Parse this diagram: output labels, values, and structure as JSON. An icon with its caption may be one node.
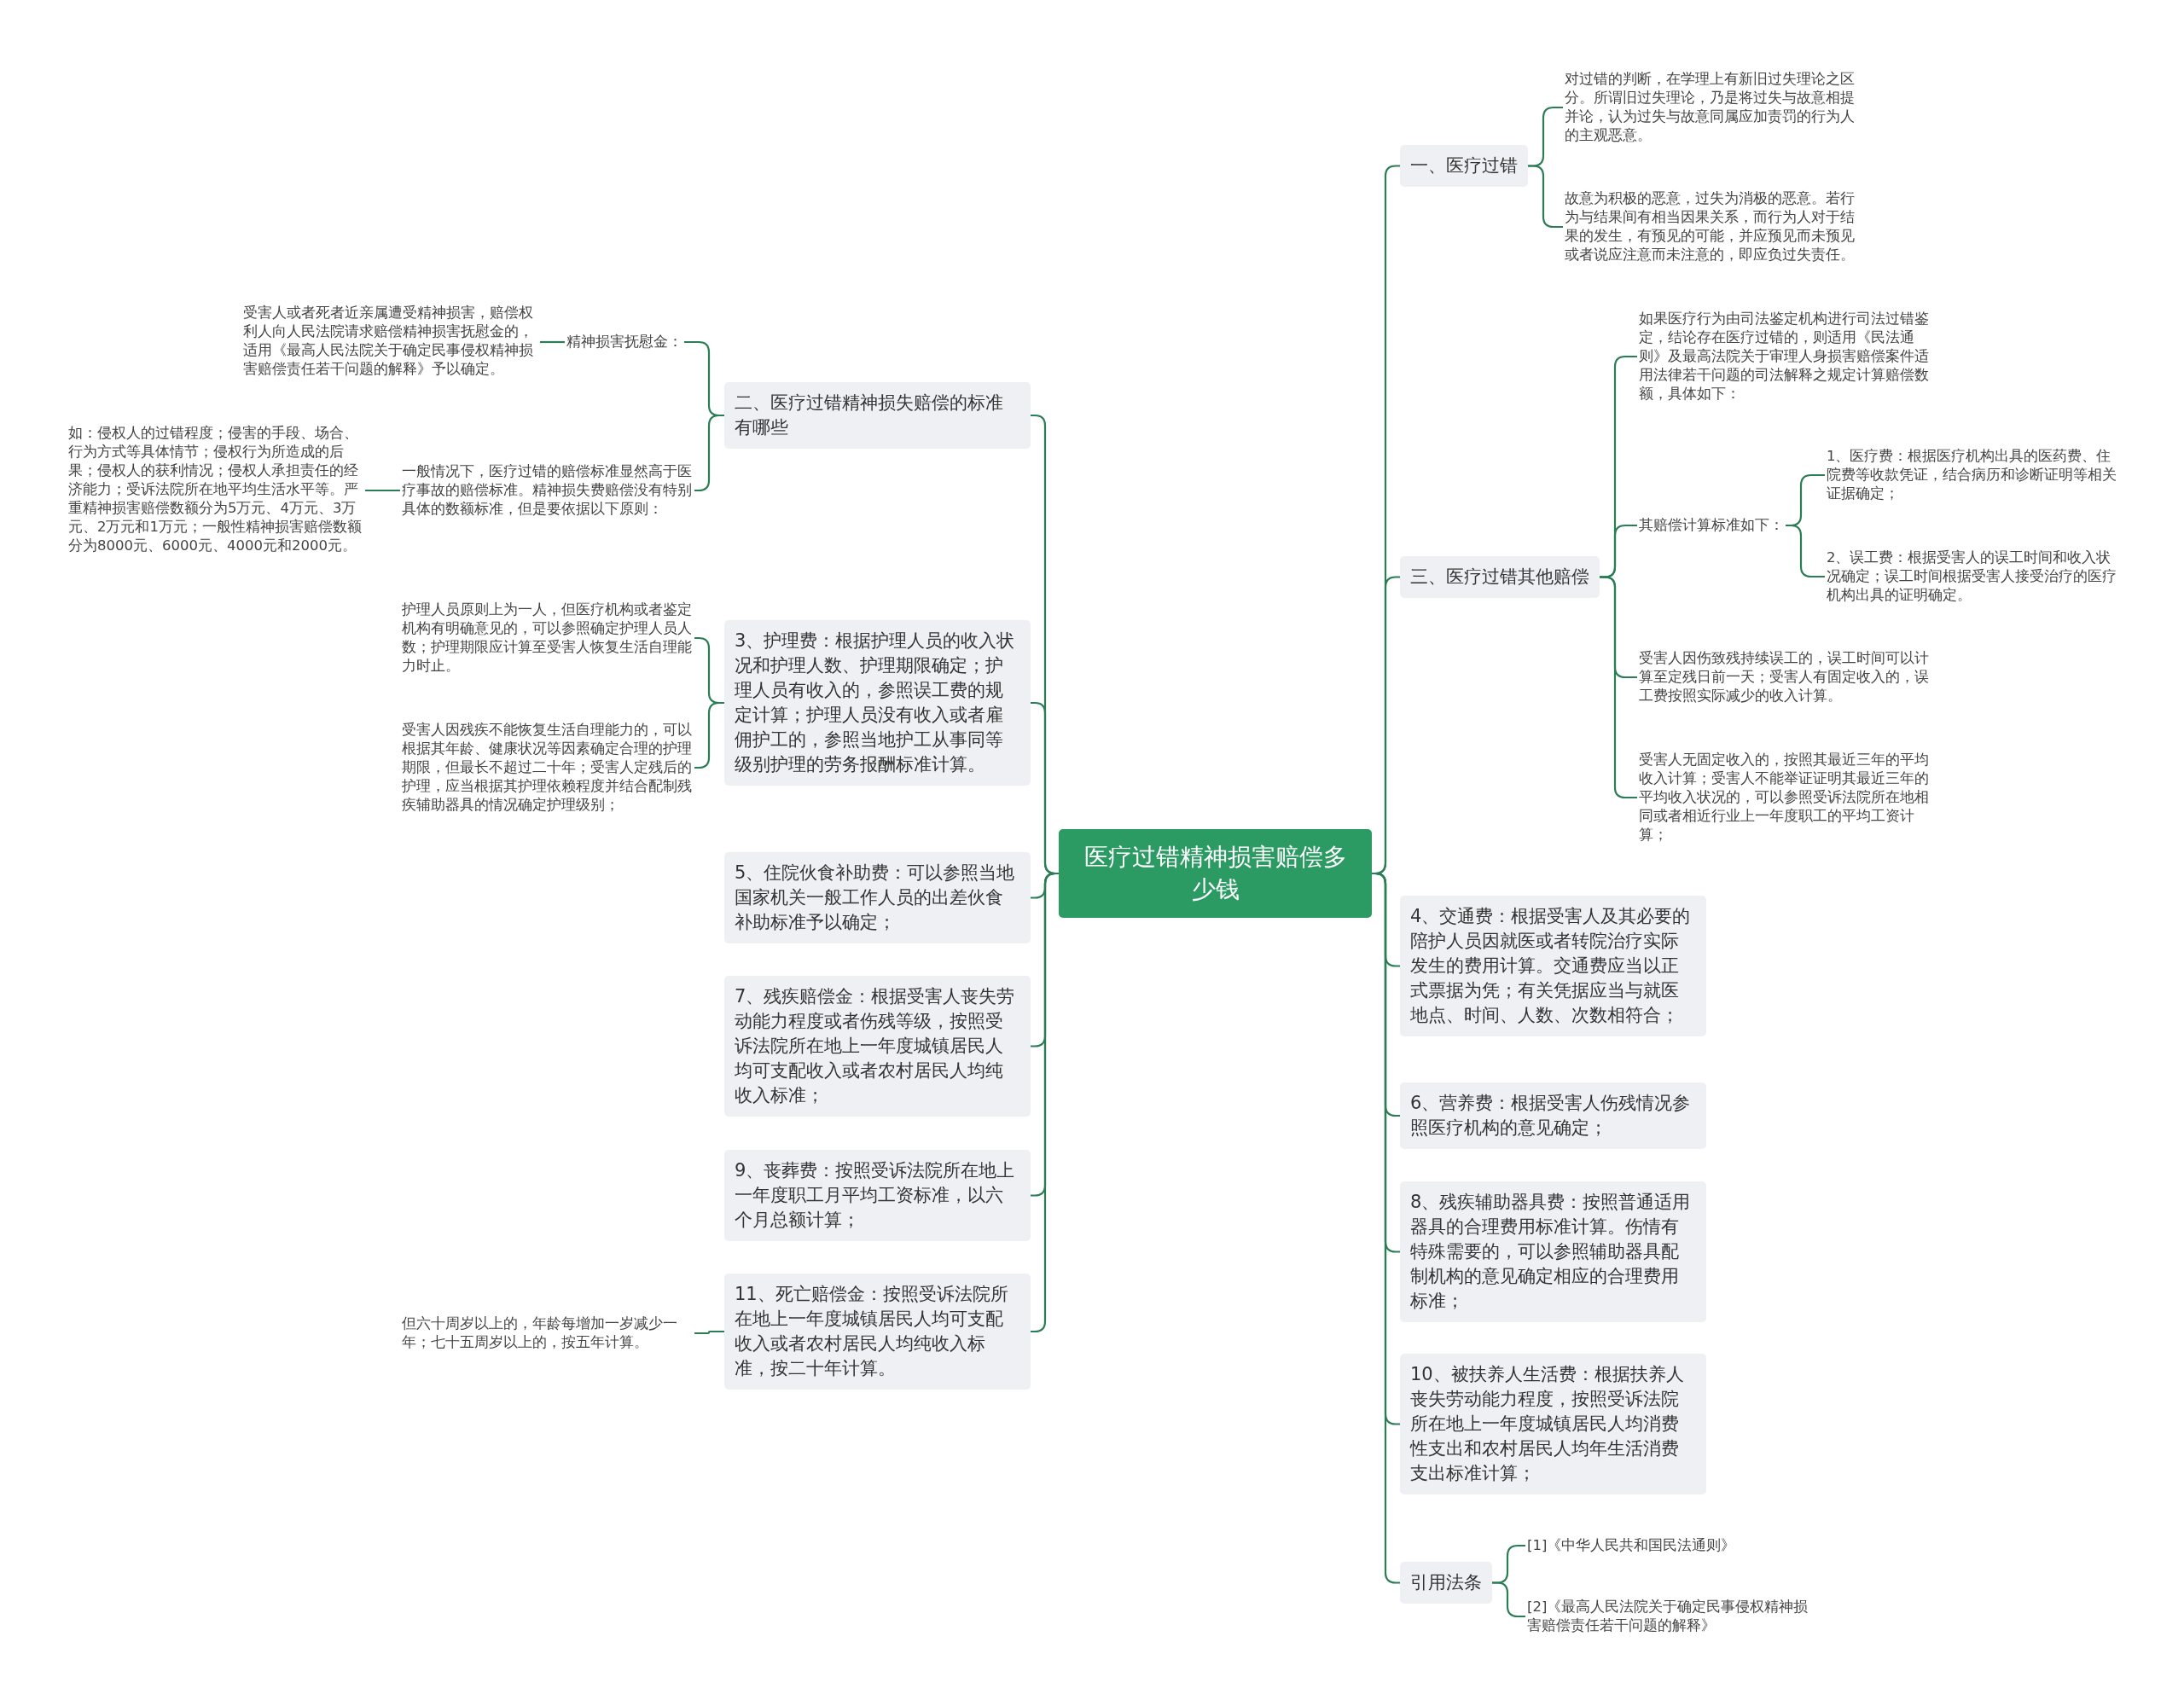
{
  "diagram": {
    "nodes": [
      {
        "text": [
          "医疗过错精神损害赔偿多少钱"
        ]
      },
      {
        "text": [
          "二、医疗过错精神损失赔偿的标准有哪些"
        ]
      },
      {
        "text": [
          "精神损害抚慰金："
        ]
      },
      {
        "text": [
          "受害人或者死者近亲属遭受精神损害，赔偿权利人向人民法院请求赔偿精神损害抚慰金的，适用《最高人民法院关于确定民事侵权精神损害赔偿责任若干问题的解释》予以确定。"
        ]
      },
      {
        "text": [
          "一般情况下，医疗过错的赔偿标准显然高于医疗事故的赔偿标准。精神损失费赔偿没有特别具体的数额标准，但是要依据以下原则："
        ]
      },
      {
        "text": [
          "如：侵权人的过错程度；侵害的手段、场合、行为方式等具体情节；侵权行为所造成的后果；侵权人的获利情况；侵权人承担责任的经济能力；受诉法院所在地平均生活水平等。严重精神损害赔偿数额分为5万元、4万元、3万元、2万元和1万元；一般性精神损害赔偿数额分为8000元、6000元、4000元和2000元。"
        ]
      },
      {
        "text": [
          "3、护理费：根据护理人员的收入状况和护理人数、护理期限确定；护理人员有收入的，参照误工费的规定计算；护理人员没有收入或者雇佣护工的，参照当地护工从事同等级别护理的劳务报酬标准计算。"
        ]
      },
      {
        "text": [
          "护理人员原则上为一人，但医疗机构或者鉴定机构有明确意见的，可以参照确定护理人员人数；护理期限应计算至受害人恢复生活自理能力时止。"
        ]
      },
      {
        "text": [
          "受害人因残疾不能恢复生活自理能力的，可以根据其年龄、健康状况等因素确定合理的护理期限，但最长不超过二十年；受害人定残后的护理，应当根据其护理依赖程度并结合配制残疾辅助器具的情况确定护理级别；"
        ]
      },
      {
        "text": [
          "5、住院伙食补助费：可以参照当地国家机关一般工作人员的出差伙食补助标准予以确定；"
        ]
      },
      {
        "text": [
          "7、残疾赔偿金：根据受害人丧失劳动能力程度或者伤残等级，按照受诉法院所在地上一年度城镇居民人均可支配收入或者农村居民人均纯收入标准；"
        ]
      },
      {
        "text": [
          "9、丧葬费：按照受诉法院所在地上一年度职工月平均工资标准，以六个月总额计算；"
        ]
      },
      {
        "text": [
          "11、死亡赔偿金：按照受诉法院所在地上一年度城镇居民人均可支配收入或者农村居民人均纯收入标准，按二十年计算。"
        ]
      },
      {
        "text": [
          "但六十周岁以上的，年龄每增加一岁减少一年；七十五周岁以上的，按五年计算。"
        ]
      },
      {
        "text": [
          "一、医疗过错"
        ]
      },
      {
        "text": [
          "对过错的判断，在学理上有新旧过失理论之区分。所谓旧过失理论，乃是将过失与故意相提并论，认为过失与故意同属应加责罚的行为人的主观恶意。"
        ]
      },
      {
        "text": [
          "故意为积极的恶意，过失为消极的恶意。若行为与结果间有相当因果关系，而行为人对于结果的发生，有预见的可能，并应预见而未预见或者说应注意而未注意的，即应负过失责任。"
        ]
      },
      {
        "text": [
          "三、医疗过错其他赔偿"
        ]
      },
      {
        "text": [
          "如果医疗行为由司法鉴定机构进行司法过错鉴定，结论存在医疗过错的，则适用《民法通则》及最高法院关于审理人身损害赔偿案件适用法律若干问题的司法解释之规定计算赔偿数额，具体如下："
        ]
      },
      {
        "text": [
          "其赔偿计算标准如下："
        ]
      },
      {
        "text": [
          "1、医疗费：根据医疗机构出具的医药费、住院费等收款凭证，结合病历和诊断证明等相关证据确定；"
        ]
      },
      {
        "text": [
          "2、误工费：根据受害人的误工时间和收入状况确定；误工时间根据受害人接受治疗的医疗机构出具的证明确定。"
        ]
      },
      {
        "text": [
          "受害人因伤致残持续误工的，误工时间可以计算至定残日前一天；受害人有固定收入的，误工费按照实际减少的收入计算。"
        ]
      },
      {
        "text": [
          "受害人无固定收入的，按照其最近三年的平均收入计算；受害人不能举证证明其最近三年的平均收入状况的，可以参照受诉法院所在地相同或者相近行业上一年度职工的平均工资计算；"
        ]
      },
      {
        "text": [
          "4、交通费：根据受害人及其必要的陪护人员因就医或者转院治疗实际发生的费用计算。交通费应当以正式票据为凭；有关凭据应当与就医地点、时间、人数、次数相符合；"
        ]
      },
      {
        "text": [
          "6、营养费：根据受害人伤残情况参照医疗机构的意见确定；"
        ]
      },
      {
        "text": [
          "8、残疾辅助器具费：按照普通适用器具的合理费用标准计算。伤情有特殊需要的，可以参照辅助器具配制机构的意见确定相应的合理费用标准；"
        ]
      },
      {
        "text": [
          "10、被扶养人生活费：根据扶养人丧失劳动能力程度，按照受诉法院所在地上一年度城镇居民人均消费性支出和农村居民人均年生活消费支出标准计算；"
        ]
      },
      {
        "text": [
          "引用法条"
        ]
      },
      {
        "text": [
          "[1]《中华人民共和国民法通则》"
        ]
      },
      {
        "text": [
          "[2]《最高人民法院关于确定民事侵权精神损害赔偿责任若干问题的解释》"
        ]
      }
    ],
    "edges": [
      {
        "from": 0,
        "to": 1,
        "arrow": "none"
      },
      {
        "from": 1,
        "to": 2,
        "arrow": "none"
      },
      {
        "from": 2,
        "to": 3,
        "arrow": "none"
      },
      {
        "from": 1,
        "to": 4,
        "arrow": "none"
      },
      {
        "from": 4,
        "to": 5,
        "arrow": "none"
      },
      {
        "from": 0,
        "to": 6,
        "arrow": "none"
      },
      {
        "from": 6,
        "to": 7,
        "arrow": "none"
      },
      {
        "from": 6,
        "to": 8,
        "arrow": "none"
      },
      {
        "from": 0,
        "to": 9,
        "arrow": "none"
      },
      {
        "from": 0,
        "to": 10,
        "arrow": "none"
      },
      {
        "from": 0,
        "to": 11,
        "arrow": "none"
      },
      {
        "from": 0,
        "to": 12,
        "arrow": "none"
      },
      {
        "from": 12,
        "to": 13,
        "arrow": "none"
      },
      {
        "from": 0,
        "to": 14,
        "arrow": "none"
      },
      {
        "from": 14,
        "to": 15,
        "arrow": "none"
      },
      {
        "from": 14,
        "to": 16,
        "arrow": "none"
      },
      {
        "from": 0,
        "to": 17,
        "arrow": "none"
      },
      {
        "from": 17,
        "to": 18,
        "arrow": "none"
      },
      {
        "from": 17,
        "to": 19,
        "arrow": "none"
      },
      {
        "from": 19,
        "to": 20,
        "arrow": "none"
      },
      {
        "from": 19,
        "to": 21,
        "arrow": "none"
      },
      {
        "from": 17,
        "to": 22,
        "arrow": "none"
      },
      {
        "from": 17,
        "to": 23,
        "arrow": "none"
      },
      {
        "from": 0,
        "to": 24,
        "arrow": "none"
      },
      {
        "from": 0,
        "to": 25,
        "arrow": "none"
      },
      {
        "from": 0,
        "to": 26,
        "arrow": "none"
      },
      {
        "from": 0,
        "to": 27,
        "arrow": "none"
      },
      {
        "from": 0,
        "to": 28,
        "arrow": "none"
      },
      {
        "from": 28,
        "to": 29,
        "arrow": "none"
      },
      {
        "from": 28,
        "to": 30,
        "arrow": "none"
      }
    ]
  }
}
